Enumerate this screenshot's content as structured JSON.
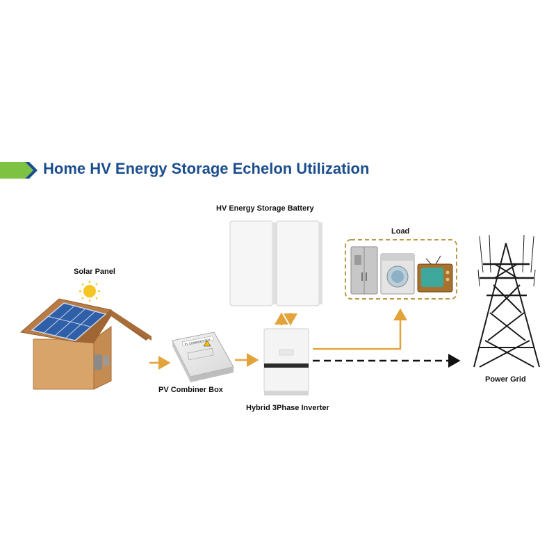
{
  "title": "Home HV Energy Storage Echelon Utilization",
  "colors": {
    "accent_green": "#7dc242",
    "title_blue": "#1c4e8e",
    "flow_arrow": "#e2a43a",
    "grid_arrow": "#111111"
  },
  "nodes": {
    "solar_panel": "Solar Panel",
    "combiner_box": "PV Combiner Box",
    "combiner_box_plate": "PV COMBINER BOX",
    "battery": "HV Energy Storage Battery",
    "inverter": "Hybrid 3Phase Inverter",
    "load": "Load",
    "power_grid": "Power Grid"
  },
  "icons": [
    "chevron-icon",
    "house-icon",
    "sun-icon",
    "solar-panel-icon",
    "combiner-box-icon",
    "battery-icon",
    "inverter-icon",
    "refrigerator-icon",
    "washing-machine-icon",
    "tv-icon",
    "power-tower-icon"
  ]
}
